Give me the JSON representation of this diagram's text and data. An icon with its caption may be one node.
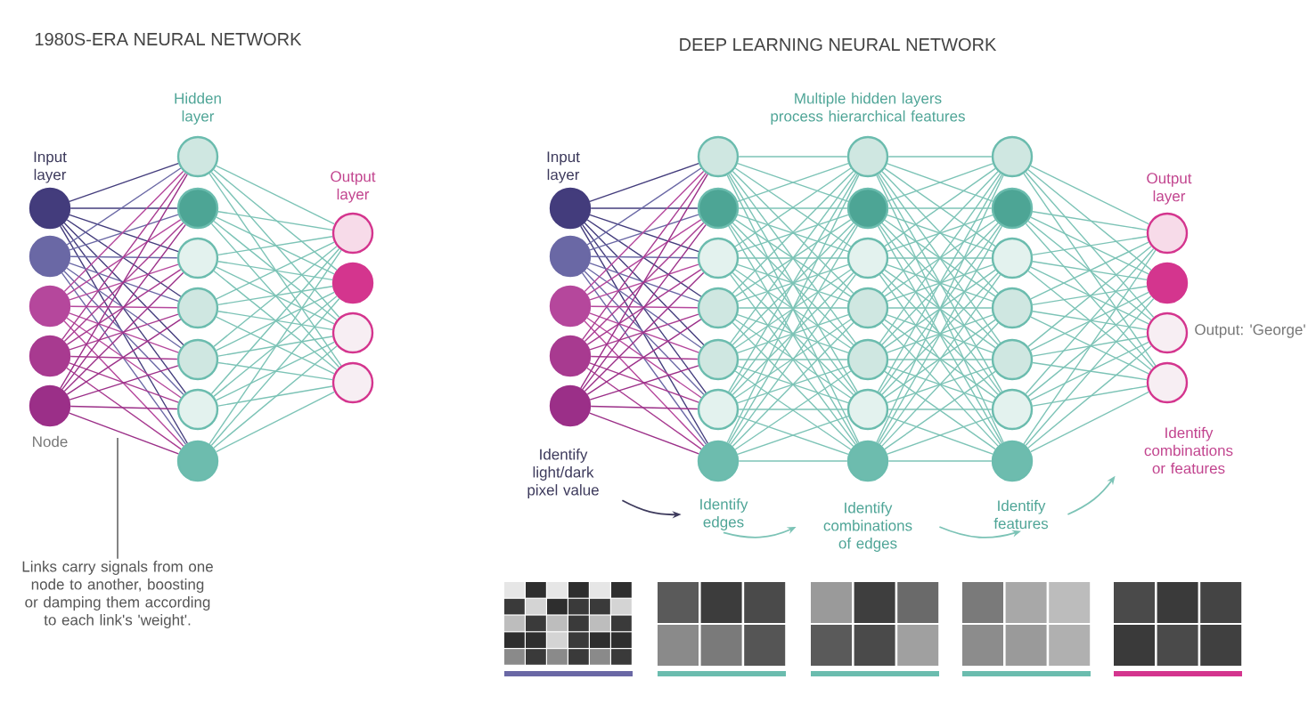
{
  "diagram": {
    "nodes": [
      {
        "text": [],
        "shape": "circle"
      },
      {
        "text": [],
        "shape": "circle"
      },
      {
        "text": [],
        "shape": "circle"
      },
      {
        "text": [],
        "shape": "circle"
      },
      {
        "text": [],
        "shape": "circle"
      },
      {
        "text": [],
        "shape": "circle"
      },
      {
        "text": [],
        "shape": "circle"
      },
      {
        "text": [],
        "shape": "circle"
      },
      {
        "text": [],
        "shape": "circle"
      },
      {
        "text": [],
        "shape": "circle"
      },
      {
        "text": [],
        "shape": "circle"
      },
      {
        "text": [],
        "shape": "circle"
      },
      {
        "text": [],
        "shape": "circle"
      },
      {
        "text": [],
        "shape": "circle"
      },
      {
        "text": [],
        "shape": "circle"
      },
      {
        "text": [],
        "shape": "circle"
      },
      {
        "text": [],
        "shape": "circle"
      },
      {
        "text": [],
        "shape": "circle"
      },
      {
        "text": [],
        "shape": "circle"
      },
      {
        "text": [],
        "shape": "circle"
      },
      {
        "text": [],
        "shape": "circle"
      },
      {
        "text": [],
        "shape": "circle"
      },
      {
        "text": [],
        "shape": "circle"
      },
      {
        "text": [],
        "shape": "circle"
      },
      {
        "text": [],
        "shape": "circle"
      },
      {
        "text": [],
        "shape": "circle"
      },
      {
        "text": [],
        "shape": "circle"
      },
      {
        "text": [],
        "shape": "circle"
      },
      {
        "text": [],
        "shape": "circle"
      },
      {
        "text": [],
        "shape": "circle"
      },
      {
        "text": [],
        "shape": "circle"
      },
      {
        "text": [],
        "shape": "circle"
      },
      {
        "text": [],
        "shape": "circle"
      },
      {
        "text": [],
        "shape": "circle"
      },
      {
        "text": [],
        "shape": "circle"
      },
      {
        "text": [],
        "shape": "circle"
      },
      {
        "text": [],
        "shape": "circle"
      },
      {
        "text": [],
        "shape": "circle"
      },
      {
        "text": [],
        "shape": "circle"
      },
      {
        "text": [],
        "shape": "circle"
      },
      {
        "text": [],
        "shape": "circle"
      },
      {
        "text": [],
        "shape": "circle"
      },
      {
        "text": [],
        "shape": "circle"
      },
      {
        "text": [],
        "shape": "circle"
      },
      {
        "text": [],
        "shape": "circle"
      },
      {
        "text": [],
        "shape": "circle"
      },
      {
        "text": [
          "Identify light/dark pixel value"
        ]
      },
      {
        "text": [
          "Identify edges"
        ]
      },
      {
        "text": [
          "Identify combinations of edges"
        ]
      },
      {
        "text": [
          "Identify features"
        ]
      },
      {
        "text": [
          "Identify combinations or features"
        ]
      },
      {
        "text": [
          "Links carry signals from one node to another, boosting or damping them according to each link's 'weight'."
        ]
      }
    ],
    "edges": [
      {
        "from": 0,
        "to": 5,
        "arrow": "none",
        "color": "#433c7c"
      },
      {
        "from": 0,
        "to": 6,
        "arrow": "none",
        "color": "#433c7c"
      },
      {
        "from": 0,
        "to": 7,
        "arrow": "none",
        "color": "#433c7c"
      },
      {
        "from": 0,
        "to": 8,
        "arrow": "none",
        "color": "#433c7c"
      },
      {
        "from": 0,
        "to": 9,
        "arrow": "none",
        "color": "#433c7c"
      },
      {
        "from": 0,
        "to": 10,
        "arrow": "none",
        "color": "#433c7c"
      },
      {
        "from": 0,
        "to": 11,
        "arrow": "none",
        "color": "#433c7c"
      },
      {
        "from": 1,
        "to": 5,
        "arrow": "none",
        "color": "#6a68a5"
      },
      {
        "from": 1,
        "to": 6,
        "arrow": "none",
        "color": "#6a68a5"
      },
      {
        "from": 1,
        "to": 7,
        "arrow": "none",
        "color": "#6a68a5"
      },
      {
        "from": 1,
        "to": 8,
        "arrow": "none",
        "color": "#6a68a5"
      },
      {
        "from": 1,
        "to": 9,
        "arrow": "none",
        "color": "#6a68a5"
      },
      {
        "from": 1,
        "to": 10,
        "arrow": "none",
        "color": "#6a68a5"
      },
      {
        "from": 1,
        "to": 11,
        "arrow": "none",
        "color": "#6a68a5"
      },
      {
        "from": 2,
        "to": 5,
        "arrow": "none",
        "color": "#b5479c"
      },
      {
        "from": 2,
        "to": 6,
        "arrow": "none",
        "color": "#b5479c"
      },
      {
        "from": 2,
        "to": 7,
        "arrow": "none",
        "color": "#b5479c"
      },
      {
        "from": 2,
        "to": 8,
        "arrow": "none",
        "color": "#b5479c"
      },
      {
        "from": 2,
        "to": 9,
        "arrow": "none",
        "color": "#b5479c"
      },
      {
        "from": 2,
        "to": 10,
        "arrow": "none",
        "color": "#b5479c"
      },
      {
        "from": 2,
        "to": 11,
        "arrow": "none",
        "color": "#b5479c"
      },
      {
        "from": 3,
        "to": 5,
        "arrow": "none",
        "color": "#a83a90"
      },
      {
        "from": 3,
        "to": 6,
        "arrow": "none",
        "color": "#a83a90"
      },
      {
        "from": 3,
        "to": 7,
        "arrow": "none",
        "color": "#a83a90"
      },
      {
        "from": 3,
        "to": 8,
        "arrow": "none",
        "color": "#a83a90"
      },
      {
        "from": 3,
        "to": 9,
        "arrow": "none",
        "color": "#a83a90"
      },
      {
        "from": 3,
        "to": 10,
        "arrow": "none",
        "color": "#a83a90"
      },
      {
        "from": 3,
        "to": 11,
        "arrow": "none",
        "color": "#a83a90"
      },
      {
        "from": 4,
        "to": 5,
        "arrow": "none",
        "color": "#9b2f88"
      },
      {
        "from": 4,
        "to": 6,
        "arrow": "none",
        "color": "#9b2f88"
      },
      {
        "from": 4,
        "to": 7,
        "arrow": "none",
        "color": "#9b2f88"
      },
      {
        "from": 4,
        "to": 8,
        "arrow": "none",
        "color": "#9b2f88"
      },
      {
        "from": 4,
        "to": 9,
        "arrow": "none",
        "color": "#9b2f88"
      },
      {
        "from": 4,
        "to": 10,
        "arrow": "none",
        "color": "#9b2f88"
      },
      {
        "from": 4,
        "to": 11,
        "arrow": "none",
        "color": "#9b2f88"
      },
      {
        "from": 5,
        "to": 12,
        "arrow": "none"
      },
      {
        "from": 5,
        "to": 13,
        "arrow": "none"
      },
      {
        "from": 5,
        "to": 14,
        "arrow": "none"
      },
      {
        "from": 5,
        "to": 15,
        "arrow": "none"
      },
      {
        "from": 6,
        "to": 12,
        "arrow": "none"
      },
      {
        "from": 6,
        "to": 13,
        "arrow": "none"
      },
      {
        "from": 6,
        "to": 14,
        "arrow": "none"
      },
      {
        "from": 6,
        "to": 15,
        "arrow": "none"
      },
      {
        "from": 7,
        "to": 12,
        "arrow": "none"
      },
      {
        "from": 7,
        "to": 13,
        "arrow": "none"
      },
      {
        "from": 7,
        "to": 14,
        "arrow": "none"
      },
      {
        "from": 7,
        "to": 15,
        "arrow": "none"
      },
      {
        "from": 8,
        "to": 12,
        "arrow": "none"
      },
      {
        "from": 8,
        "to": 13,
        "arrow": "none"
      },
      {
        "from": 8,
        "to": 14,
        "arrow": "none"
      },
      {
        "from": 8,
        "to": 15,
        "arrow": "none"
      },
      {
        "from": 9,
        "to": 12,
        "arrow": "none"
      },
      {
        "from": 9,
        "to": 13,
        "arrow": "none"
      },
      {
        "from": 9,
        "to": 14,
        "arrow": "none"
      },
      {
        "from": 9,
        "to": 15,
        "arrow": "none"
      },
      {
        "from": 10,
        "to": 12,
        "arrow": "none"
      },
      {
        "from": 10,
        "to": 13,
        "arrow": "none"
      },
      {
        "from": 10,
        "to": 14,
        "arrow": "none"
      },
      {
        "from": 10,
        "to": 15,
        "arrow": "none"
      },
      {
        "from": 11,
        "to": 12,
        "arrow": "none"
      },
      {
        "from": 11,
        "to": 13,
        "arrow": "none"
      },
      {
        "from": 11,
        "to": 14,
        "arrow": "none"
      },
      {
        "from": 11,
        "to": 15,
        "arrow": "none"
      },
      {
        "from": 16,
        "to": 21,
        "arrow": "none",
        "color": "#433c7c"
      },
      {
        "from": 16,
        "to": 22,
        "arrow": "none",
        "color": "#433c7c"
      },
      {
        "from": 16,
        "to": 23,
        "arrow": "none",
        "color": "#433c7c"
      },
      {
        "from": 16,
        "to": 24,
        "arrow": "none",
        "color": "#433c7c"
      },
      {
        "from": 16,
        "to": 25,
        "arrow": "none",
        "color": "#433c7c"
      },
      {
        "from": 16,
        "to": 26,
        "arrow": "none",
        "color": "#433c7c"
      },
      {
        "from": 16,
        "to": 27,
        "arrow": "none",
        "color": "#433c7c"
      },
      {
        "from": 17,
        "to": 21,
        "arrow": "none",
        "color": "#6a68a5"
      },
      {
        "from": 17,
        "to": 22,
        "arrow": "none",
        "color": "#6a68a5"
      },
      {
        "from": 17,
        "to": 23,
        "arrow": "none",
        "color": "#6a68a5"
      },
      {
        "from": 17,
        "to": 24,
        "arrow": "none",
        "color": "#6a68a5"
      },
      {
        "from": 17,
        "to": 25,
        "arrow": "none",
        "color": "#6a68a5"
      },
      {
        "from": 17,
        "to": 26,
        "arrow": "none",
        "color": "#6a68a5"
      },
      {
        "from": 17,
        "to": 27,
        "arrow": "none",
        "color": "#6a68a5"
      },
      {
        "from": 18,
        "to": 21,
        "arrow": "none",
        "color": "#b5479c"
      },
      {
        "from": 18,
        "to": 22,
        "arrow": "none",
        "color": "#b5479c"
      },
      {
        "from": 18,
        "to": 23,
        "arrow": "none",
        "color": "#b5479c"
      },
      {
        "from": 18,
        "to": 24,
        "arrow": "none",
        "color": "#b5479c"
      },
      {
        "from": 18,
        "to": 25,
        "arrow": "none",
        "color": "#b5479c"
      },
      {
        "from": 18,
        "to": 26,
        "arrow": "none",
        "color": "#b5479c"
      },
      {
        "from": 18,
        "to": 27,
        "arrow": "none",
        "color": "#b5479c"
      },
      {
        "from": 19,
        "to": 21,
        "arrow": "none",
        "color": "#a83a90"
      },
      {
        "from": 19,
        "to": 22,
        "arrow": "none",
        "color": "#a83a90"
      },
      {
        "from": 19,
        "to": 23,
        "arrow": "none",
        "color": "#a83a90"
      },
      {
        "from": 19,
        "to": 24,
        "arrow": "none",
        "color": "#a83a90"
      },
      {
        "from": 19,
        "to": 25,
        "arrow": "none",
        "color": "#a83a90"
      },
      {
        "from": 19,
        "to": 26,
        "arrow": "none",
        "color": "#a83a90"
      },
      {
        "from": 19,
        "to": 27,
        "arrow": "none",
        "color": "#a83a90"
      },
      {
        "from": 20,
        "to": 21,
        "arrow": "none",
        "color": "#9b2f88"
      },
      {
        "from": 20,
        "to": 22,
        "arrow": "none",
        "color": "#9b2f88"
      },
      {
        "from": 20,
        "to": 23,
        "arrow": "none",
        "color": "#9b2f88"
      },
      {
        "from": 20,
        "to": 24,
        "arrow": "none",
        "color": "#9b2f88"
      },
      {
        "from": 20,
        "to": 25,
        "arrow": "none",
        "color": "#9b2f88"
      },
      {
        "from": 20,
        "to": 26,
        "arrow": "none",
        "color": "#9b2f88"
      },
      {
        "from": 20,
        "to": 27,
        "arrow": "none",
        "color": "#9b2f88"
      },
      {
        "from": 21,
        "to": 28,
        "arrow": "none"
      },
      {
        "from": 21,
        "to": 29,
        "arrow": "none"
      },
      {
        "from": 21,
        "to": 30,
        "arrow": "none"
      },
      {
        "from": 21,
        "to": 31,
        "arrow": "none"
      },
      {
        "from": 21,
        "to": 32,
        "arrow": "none"
      },
      {
        "from": 21,
        "to": 33,
        "arrow": "none"
      },
      {
        "from": 21,
        "to": 34,
        "arrow": "none"
      },
      {
        "from": 22,
        "to": 28,
        "arrow": "none"
      },
      {
        "from": 22,
        "to": 29,
        "arrow": "none"
      },
      {
        "from": 22,
        "to": 30,
        "arrow": "none"
      },
      {
        "from": 22,
        "to": 31,
        "arrow": "none"
      },
      {
        "from": 22,
        "to": 32,
        "arrow": "none"
      },
      {
        "from": 22,
        "to": 33,
        "arrow": "none"
      },
      {
        "from": 22,
        "to": 34,
        "arrow": "none"
      },
      {
        "from": 23,
        "to": 28,
        "arrow": "none"
      },
      {
        "from": 23,
        "to": 29,
        "arrow": "none"
      },
      {
        "from": 23,
        "to": 30,
        "arrow": "none"
      },
      {
        "from": 23,
        "to": 31,
        "arrow": "none"
      },
      {
        "from": 23,
        "to": 32,
        "arrow": "none"
      },
      {
        "from": 23,
        "to": 33,
        "arrow": "none"
      },
      {
        "from": 23,
        "to": 34,
        "arrow": "none"
      },
      {
        "from": 24,
        "to": 28,
        "arrow": "none"
      },
      {
        "from": 24,
        "to": 29,
        "arrow": "none"
      },
      {
        "from": 24,
        "to": 30,
        "arrow": "none"
      },
      {
        "from": 24,
        "to": 31,
        "arrow": "none"
      },
      {
        "from": 24,
        "to": 32,
        "arrow": "none"
      },
      {
        "from": 24,
        "to": 33,
        "arrow": "none"
      },
      {
        "from": 24,
        "to": 34,
        "arrow": "none"
      },
      {
        "from": 25,
        "to": 28,
        "arrow": "none"
      },
      {
        "from": 25,
        "to": 29,
        "arrow": "none"
      },
      {
        "from": 25,
        "to": 30,
        "arrow": "none"
      },
      {
        "from": 25,
        "to": 31,
        "arrow": "none"
      },
      {
        "from": 25,
        "to": 32,
        "arrow": "none"
      },
      {
        "from": 25,
        "to": 33,
        "arrow": "none"
      },
      {
        "from": 25,
        "to": 34,
        "arrow": "none"
      },
      {
        "from": 26,
        "to": 28,
        "arrow": "none"
      },
      {
        "from": 26,
        "to": 29,
        "arrow": "none"
      },
      {
        "from": 26,
        "to": 30,
        "arrow": "none"
      },
      {
        "from": 26,
        "to": 31,
        "arrow": "none"
      },
      {
        "from": 26,
        "to": 32,
        "arrow": "none"
      },
      {
        "from": 26,
        "to": 33,
        "arrow": "none"
      },
      {
        "from": 26,
        "to": 34,
        "arrow": "none"
      },
      {
        "from": 27,
        "to": 28,
        "arrow": "none"
      },
      {
        "from": 27,
        "to": 29,
        "arrow": "none"
      },
      {
        "from": 27,
        "to": 30,
        "arrow": "none"
      },
      {
        "from": 27,
        "to": 31,
        "arrow": "none"
      },
      {
        "from": 27,
        "to": 32,
        "arrow": "none"
      },
      {
        "from": 27,
        "to": 33,
        "arrow": "none"
      },
      {
        "from": 27,
        "to": 34,
        "arrow": "none"
      },
      {
        "from": 28,
        "to": 35,
        "arrow": "none"
      },
      {
        "from": 28,
        "to": 36,
        "arrow": "none"
      },
      {
        "from": 28,
        "to": 37,
        "arrow": "none"
      },
      {
        "from": 28,
        "to": 38,
        "arrow": "none"
      },
      {
        "from": 28,
        "to": 39,
        "arrow": "none"
      },
      {
        "from": 28,
        "to": 40,
        "arrow": "none"
      },
      {
        "from": 28,
        "to": 41,
        "arrow": "none"
      },
      {
        "from": 29,
        "to": 35,
        "arrow": "none"
      },
      {
        "from": 29,
        "to": 36,
        "arrow": "none"
      },
      {
        "from": 29,
        "to": 37,
        "arrow": "none"
      },
      {
        "from": 29,
        "to": 38,
        "arrow": "none"
      },
      {
        "from": 29,
        "to": 39,
        "arrow": "none"
      },
      {
        "from": 29,
        "to": 40,
        "arrow": "none"
      },
      {
        "from": 29,
        "to": 41,
        "arrow": "none"
      },
      {
        "from": 30,
        "to": 35,
        "arrow": "none"
      },
      {
        "from": 30,
        "to": 36,
        "arrow": "none"
      },
      {
        "from": 30,
        "to": 37,
        "arrow": "none"
      },
      {
        "from": 30,
        "to": 38,
        "arrow": "none"
      },
      {
        "from": 30,
        "to": 39,
        "arrow": "none"
      },
      {
        "from": 30,
        "to": 40,
        "arrow": "none"
      },
      {
        "from": 30,
        "to": 41,
        "arrow": "none"
      },
      {
        "from": 31,
        "to": 35,
        "arrow": "none"
      },
      {
        "from": 31,
        "to": 36,
        "arrow": "none"
      },
      {
        "from": 31,
        "to": 37,
        "arrow": "none"
      },
      {
        "from": 31,
        "to": 38,
        "arrow": "none"
      },
      {
        "from": 31,
        "to": 39,
        "arrow": "none"
      },
      {
        "from": 31,
        "to": 40,
        "arrow": "none"
      },
      {
        "from": 31,
        "to": 41,
        "arrow": "none"
      },
      {
        "from": 32,
        "to": 35,
        "arrow": "none"
      },
      {
        "from": 32,
        "to": 36,
        "arrow": "none"
      },
      {
        "from": 32,
        "to": 37,
        "arrow": "none"
      },
      {
        "from": 32,
        "to": 38,
        "arrow": "none"
      },
      {
        "from": 32,
        "to": 39,
        "arrow": "none"
      },
      {
        "from": 32,
        "to": 40,
        "arrow": "none"
      },
      {
        "from": 32,
        "to": 41,
        "arrow": "none"
      },
      {
        "from": 33,
        "to": 35,
        "arrow": "none"
      },
      {
        "from": 33,
        "to": 36,
        "arrow": "none"
      },
      {
        "from": 33,
        "to": 37,
        "arrow": "none"
      },
      {
        "from": 33,
        "to": 38,
        "arrow": "none"
      },
      {
        "from": 33,
        "to": 39,
        "arrow": "none"
      },
      {
        "from": 33,
        "to": 40,
        "arrow": "none"
      },
      {
        "from": 33,
        "to": 41,
        "arrow": "none"
      },
      {
        "from": 34,
        "to": 35,
        "arrow": "none"
      },
      {
        "from": 34,
        "to": 36,
        "arrow": "none"
      },
      {
        "from": 34,
        "to": 37,
        "arrow": "none"
      },
      {
        "from": 34,
        "to": 38,
        "arrow": "none"
      },
      {
        "from": 34,
        "to": 39,
        "arrow": "none"
      },
      {
        "from": 34,
        "to": 40,
        "arrow": "none"
      },
      {
        "from": 34,
        "to": 41,
        "arrow": "none"
      },
      {
        "from": 35,
        "to": 42,
        "arrow": "none"
      },
      {
        "from": 35,
        "to": 43,
        "arrow": "none"
      },
      {
        "from": 35,
        "to": 44,
        "arrow": "none"
      },
      {
        "from": 35,
        "to": 45,
        "arrow": "none"
      },
      {
        "from": 36,
        "to": 42,
        "arrow": "none"
      },
      {
        "from": 36,
        "to": 43,
        "arrow": "none"
      },
      {
        "from": 36,
        "to": 44,
        "arrow": "none"
      },
      {
        "from": 36,
        "to": 45,
        "arrow": "none"
      },
      {
        "from": 37,
        "to": 42,
        "arrow": "none"
      },
      {
        "from": 37,
        "to": 43,
        "arrow": "none"
      },
      {
        "from": 37,
        "to": 44,
        "arrow": "none"
      },
      {
        "from": 37,
        "to": 45,
        "arrow": "none"
      },
      {
        "from": 38,
        "to": 42,
        "arrow": "none"
      },
      {
        "from": 38,
        "to": 43,
        "arrow": "none"
      },
      {
        "from": 38,
        "to": 44,
        "arrow": "none"
      },
      {
        "from": 38,
        "to": 45,
        "arrow": "none"
      },
      {
        "from": 39,
        "to": 42,
        "arrow": "none"
      },
      {
        "from": 39,
        "to": 43,
        "arrow": "none"
      },
      {
        "from": 39,
        "to": 44,
        "arrow": "none"
      },
      {
        "from": 39,
        "to": 45,
        "arrow": "none"
      },
      {
        "from": 40,
        "to": 42,
        "arrow": "none"
      },
      {
        "from": 40,
        "to": 43,
        "arrow": "none"
      },
      {
        "from": 40,
        "to": 44,
        "arrow": "none"
      },
      {
        "from": 40,
        "to": 45,
        "arrow": "none"
      },
      {
        "from": 41,
        "to": 42,
        "arrow": "none"
      },
      {
        "from": 41,
        "to": 43,
        "arrow": "none"
      },
      {
        "from": 41,
        "to": 44,
        "arrow": "none"
      },
      {
        "from": 41,
        "to": 45,
        "arrow": "none"
      },
      {
        "from": 46,
        "to": 47,
        "arrow": "to",
        "color": "#3d3a5c"
      },
      {
        "from": 47,
        "to": 48,
        "arrow": "to"
      },
      {
        "from": 48,
        "to": 49,
        "arrow": "to"
      },
      {
        "from": 49,
        "to": 50,
        "arrow": "to"
      },
      {
        "from": 51,
        "to": null,
        "arrow": "none",
        "color": "#777777"
      }
    ],
    "labels": [
      "1980S-ERA NEURAL NETWORK",
      "DEEP LEARNING NEURAL NETWORK",
      "Hidden layer",
      "Multiple hidden layers process hierarchical features",
      "Input layer",
      "Input layer",
      "Output layer",
      "Output layer",
      "Output: 'George'",
      "Node"
    ]
  }
}
